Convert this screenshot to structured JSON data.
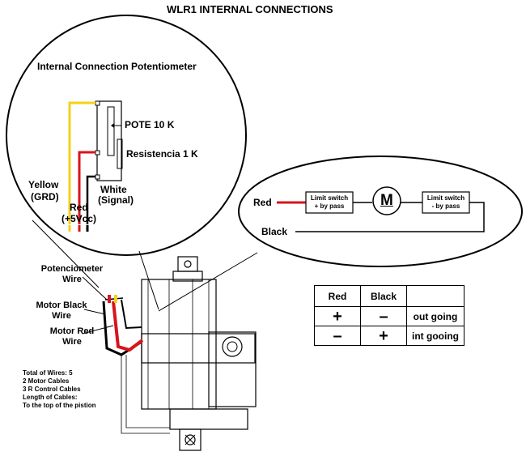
{
  "title": "WLR1 INTERNAL CONNECTIONS",
  "potentiometer_detail": {
    "heading": "Internal Connection Potentiometer",
    "pote_label": "POTE 10 K",
    "resistor_label": "Resistencia 1 K",
    "yellow_label_1": "Yellow",
    "yellow_label_2": "(GRD)",
    "white_label_1": "White",
    "white_label_2": "(Signal)",
    "red_label_1": "Red",
    "red_label_2": "(+5Vcc)"
  },
  "motor_detail": {
    "red_label": "Red",
    "black_label": "Black",
    "motor_symbol": "M",
    "switch_left_1": "Limit switch",
    "switch_left_2": "+ by pass",
    "switch_right_1": "Limit switch",
    "switch_right_2": "- by pass"
  },
  "wire_labels": {
    "pot_wire_1": "Potenciometer",
    "pot_wire_2": "Wire",
    "motor_black_1": "Motor Black",
    "motor_black_2": "Wire",
    "motor_red_1": "Motor Red",
    "motor_red_2": "Wire"
  },
  "notes": [
    "Total of Wires: 5",
    "2 Motor Cables",
    "3 R Control Cables",
    "Length of Cables:",
    "To the top of the pistion"
  ],
  "truth_table": {
    "header": [
      "Red",
      "Black",
      ""
    ],
    "rows": [
      [
        "+",
        "–",
        "out going"
      ],
      [
        "–",
        "+",
        "int gooing"
      ]
    ]
  },
  "colors": {
    "yellow_wire": "#f2d21b",
    "red_wire": "#d8141c",
    "black_wire": "#000000",
    "white_wire": "#ffffff",
    "line": "#000000"
  }
}
